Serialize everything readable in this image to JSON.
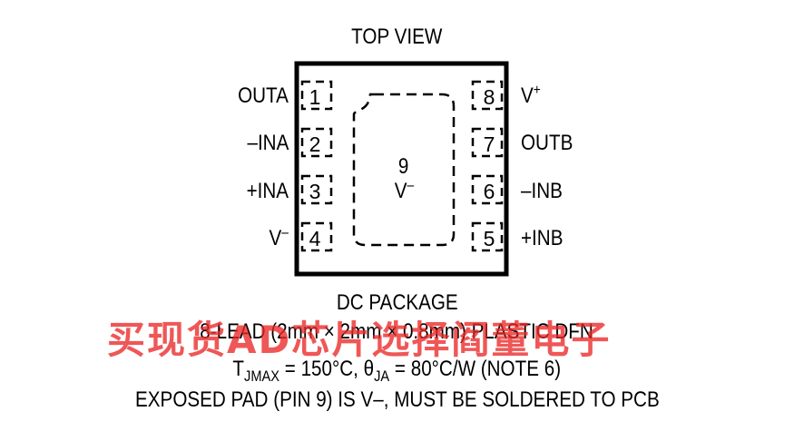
{
  "diagram": {
    "title": "TOP VIEW",
    "left_pins": [
      {
        "num": "1",
        "label": "OUTA"
      },
      {
        "num": "2",
        "label": "–INA"
      },
      {
        "num": "3",
        "label": "+INA"
      },
      {
        "num": "4",
        "label": "V–"
      }
    ],
    "right_pins": [
      {
        "num": "8",
        "label": "V+"
      },
      {
        "num": "7",
        "label": "OUTB"
      },
      {
        "num": "6",
        "label": "–INB"
      },
      {
        "num": "5",
        "label": "+INB"
      }
    ],
    "pad_number": "9",
    "pad_label": "V–"
  },
  "caption": {
    "line1": "DC PACKAGE",
    "line2": "8-LEAD (2mm × 2mm × 0.8mm) PLASTIC DFN",
    "line3": "TJMAX = 150°C, θJA = 80°C/W (NOTE 6)",
    "line4": "EXPOSED PAD (PIN 9) IS V–, MUST BE SOLDERED TO PCB"
  },
  "watermark": "买现货AD芯片选择阎董电子"
}
